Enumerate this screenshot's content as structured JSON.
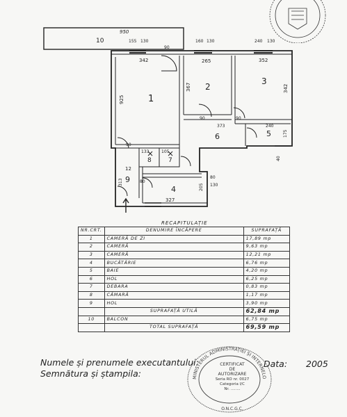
{
  "plan": {
    "rooms": [
      {
        "number": "1"
      },
      {
        "number": "2"
      },
      {
        "number": "3"
      },
      {
        "number": "4"
      },
      {
        "number": "5"
      },
      {
        "number": "6"
      },
      {
        "number": "7"
      },
      {
        "number": "8"
      },
      {
        "number": "9"
      },
      {
        "number": "10"
      }
    ],
    "dimensions": [
      "950",
      "155",
      "130",
      "90",
      "342",
      "160",
      "130",
      "265",
      "240",
      "130",
      "352",
      "367",
      "925",
      "342",
      "90",
      "90",
      "373",
      "240",
      "175",
      "40",
      "133",
      "105",
      "90",
      "12",
      "80",
      "80",
      "130",
      "327",
      "313",
      "205"
    ]
  },
  "recap": {
    "title": "RECAPITULAȚIE",
    "headers": {
      "nr": "NR.CRT.",
      "name": "DENUMIRE ÎNCĂPERE",
      "area": "SUPRAFAȚĂ"
    },
    "rows": [
      {
        "nr": "1",
        "name": "CAMERĂ DE ZI",
        "area": "17,89 mp"
      },
      {
        "nr": "2",
        "name": "CAMERĂ",
        "area": "9,63 mp"
      },
      {
        "nr": "3",
        "name": "CAMERĂ",
        "area": "12,21 mp"
      },
      {
        "nr": "4",
        "name": "BUCĂTĂRIE",
        "area": "6,76 mp"
      },
      {
        "nr": "5",
        "name": "BAIE",
        "area": "4,20 mp"
      },
      {
        "nr": "6",
        "name": "HOL",
        "area": "6,25 mp"
      },
      {
        "nr": "7",
        "name": "DEBARA",
        "area": "0,83 mp"
      },
      {
        "nr": "8",
        "name": "CĂMARĂ",
        "area": "1,17 mp"
      },
      {
        "nr": "9",
        "name": "HOL",
        "area": "3,90 mp"
      }
    ],
    "useful_label": "SUPRAFAȚĂ UTILĂ",
    "useful_area": "62,84 mp",
    "balcony_nr": "10",
    "balcony_name": "BALCON",
    "balcony_area": "6,75 mp",
    "total_label": "TOTAL SUPRAFAȚĂ",
    "total_area": "69,59 mp"
  },
  "footer": {
    "executant_label": "Numele și prenumele executantului:",
    "signature_label": "Semnătura și ștampila:",
    "date_label": "Data:",
    "date_value": "2005"
  },
  "stamp": {
    "lines": [
      "CERTIFICAT",
      "DE",
      "AUTORIZARE",
      "Seria RO nr. 0027",
      "Categoria I/C",
      "Nr. ........"
    ],
    "ring": "MINISTERUL ADMINISTRAȚIEI ȘI INTERNELOR",
    "bottom": "O.N.C.G.C."
  }
}
